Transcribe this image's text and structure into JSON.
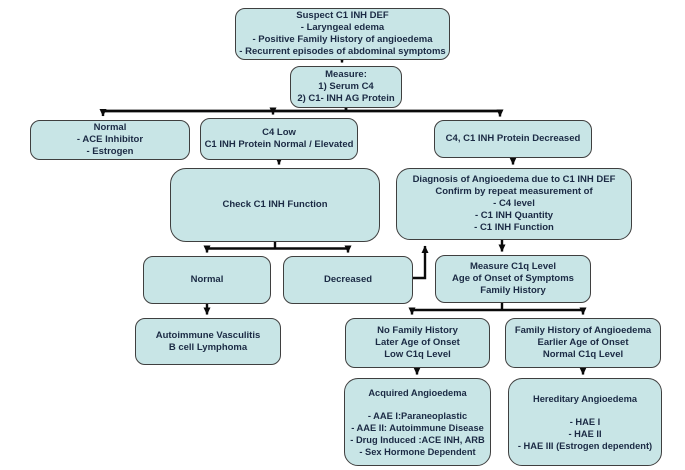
{
  "diagram": {
    "type": "flowchart",
    "topic": "C1 INH deficiency / angioedema diagnostic algorithm",
    "colors": {
      "background": "#ffffff",
      "node_fill": "#c8e5e6",
      "node_border": "#3f3f3f",
      "text": "#1b2a44",
      "arrow": "#0a0a0a"
    }
  },
  "nodes": {
    "suspect": {
      "lines": [
        "Suspect C1 INH DEF",
        "- Laryngeal edema",
        "- Positive Family History of angioedema",
        "- Recurrent episodes of abdominal symptoms"
      ]
    },
    "measure": {
      "lines": [
        "Measure:",
        "1) Serum C4",
        "2) C1- INH AG Protein"
      ]
    },
    "normal_drug": {
      "lines": [
        "Normal",
        "- ACE Inhibitor",
        "- Estrogen"
      ]
    },
    "c4low": {
      "lines": [
        "C4 Low",
        "C1 INH Protein Normal / Elevated"
      ]
    },
    "c4c1": {
      "lines": [
        "C4, C1 INH Protein Decreased"
      ]
    },
    "check": {
      "lines": [
        "Check C1 INH Function"
      ]
    },
    "diagnosis": {
      "lines": [
        "Diagnosis of Angioedema due to C1 INH DEF",
        "Confirm by repeat measurement of",
        "- C4 level",
        "- C1 INH Quantity",
        "- C1 INH Function"
      ]
    },
    "fn_normal": {
      "lines": [
        "Normal"
      ]
    },
    "fn_decreased": {
      "lines": [
        "Decreased"
      ]
    },
    "autoimmune": {
      "lines": [
        "Autoimmune Vasculitis",
        "B cell Lymphoma"
      ]
    },
    "c1q": {
      "lines": [
        "Measure C1q Level",
        "Age of Onset of Symptoms",
        "Family History"
      ]
    },
    "nofam": {
      "lines": [
        "No Family History",
        "Later Age of Onset",
        "Low C1q Level"
      ]
    },
    "fam": {
      "lines": [
        "Family History of Angioedema",
        "Earlier Age of Onset",
        "Normal C1q Level"
      ]
    },
    "acquired": {
      "lines": [
        "Acquired Angioedema",
        "- AAE I:Paraneoplastic",
        "- AAE II: Autoimmune Disease",
        "- Drug Induced :ACE INH, ARB",
        "- Sex Hormone Dependent"
      ]
    },
    "hereditary": {
      "lines": [
        "Hereditary Angioedema",
        "- HAE I",
        "- HAE II",
        "- HAE III (Estrogen dependent)"
      ]
    }
  },
  "edges": [
    {
      "from": "suspect",
      "to": "measure"
    },
    {
      "from": "measure",
      "to": "normal_drug"
    },
    {
      "from": "measure",
      "to": "c4low"
    },
    {
      "from": "measure",
      "to": "c4c1"
    },
    {
      "from": "c4low",
      "to": "check"
    },
    {
      "from": "c4c1",
      "to": "diagnosis"
    },
    {
      "from": "check",
      "to": "fn_normal"
    },
    {
      "from": "check",
      "to": "fn_decreased"
    },
    {
      "from": "fn_normal",
      "to": "autoimmune"
    },
    {
      "from": "fn_decreased",
      "to": "diagnosis"
    },
    {
      "from": "diagnosis",
      "to": "c1q"
    },
    {
      "from": "c1q",
      "to": "nofam"
    },
    {
      "from": "c1q",
      "to": "fam"
    },
    {
      "from": "nofam",
      "to": "acquired"
    },
    {
      "from": "fam",
      "to": "hereditary"
    }
  ]
}
